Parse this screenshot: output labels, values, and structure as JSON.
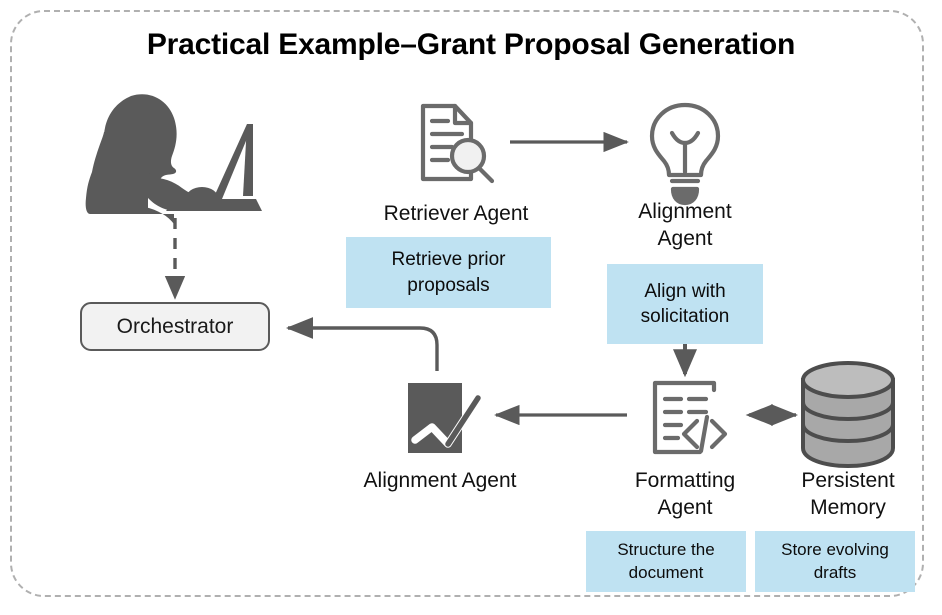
{
  "diagram": {
    "title": "Practical Example–Grant Proposal Generation",
    "frame_style": "dashed-rounded",
    "colors": {
      "note_fill": "#bfe2f2",
      "tile_fill": "#f1f1f1",
      "stroke": "#5a5a5a",
      "frame_dash": "#b0b0b0",
      "icon_dark": "#555555",
      "text": "#111111"
    }
  },
  "nodes": {
    "user": {
      "name": "user-at-laptop",
      "icon": "person-laptop-icon",
      "label": ""
    },
    "orchestrator": {
      "label": "Orchestrator",
      "shape": "rounded-rect"
    },
    "retriever_agent": {
      "label": "Retriever Agent",
      "icon": "document-search-icon"
    },
    "alignment_agent_top": {
      "label": "Alignment\nAgent",
      "icon": "lightbulb-icon"
    },
    "alignment_agent_bottom": {
      "label": "Alignment Agent",
      "icon": "chart-trend-icon"
    },
    "formatting_agent": {
      "label": "Formatting\nAgent",
      "icon": "document-code-icon"
    },
    "persistent_memory": {
      "label": "Persistent\nMemory",
      "icon": "database-cylinder-icon"
    }
  },
  "notes": [
    {
      "id": "retrieve-prior-proposals",
      "text": "Retrieve prior\nproposals"
    },
    {
      "id": "align-with-solicitation",
      "text": "Align with\nsolicitation"
    },
    {
      "id": "structure-the-document",
      "text": "Structure the\ndocument"
    },
    {
      "id": "store-evolving-drafts",
      "text": "Store evolving\ndrafts"
    }
  ],
  "edges": [
    {
      "from": "user",
      "to": "orchestrator",
      "style": "dashed",
      "arrow": "single"
    },
    {
      "from": "retriever_agent",
      "to": "alignment_agent_top",
      "style": "solid",
      "arrow": "single"
    },
    {
      "from": "align-with-solicitation",
      "to": "formatting_agent",
      "style": "solid",
      "arrow": "single"
    },
    {
      "from": "formatting_agent",
      "to": "alignment_agent_bottom",
      "style": "solid",
      "arrow": "single"
    },
    {
      "from": "formatting_agent",
      "to": "persistent_memory",
      "style": "dashed",
      "arrow": "double"
    },
    {
      "from": "alignment_agent_bottom",
      "to": "orchestrator",
      "style": "solid",
      "arrow": "single",
      "routing": "elbow"
    }
  ]
}
